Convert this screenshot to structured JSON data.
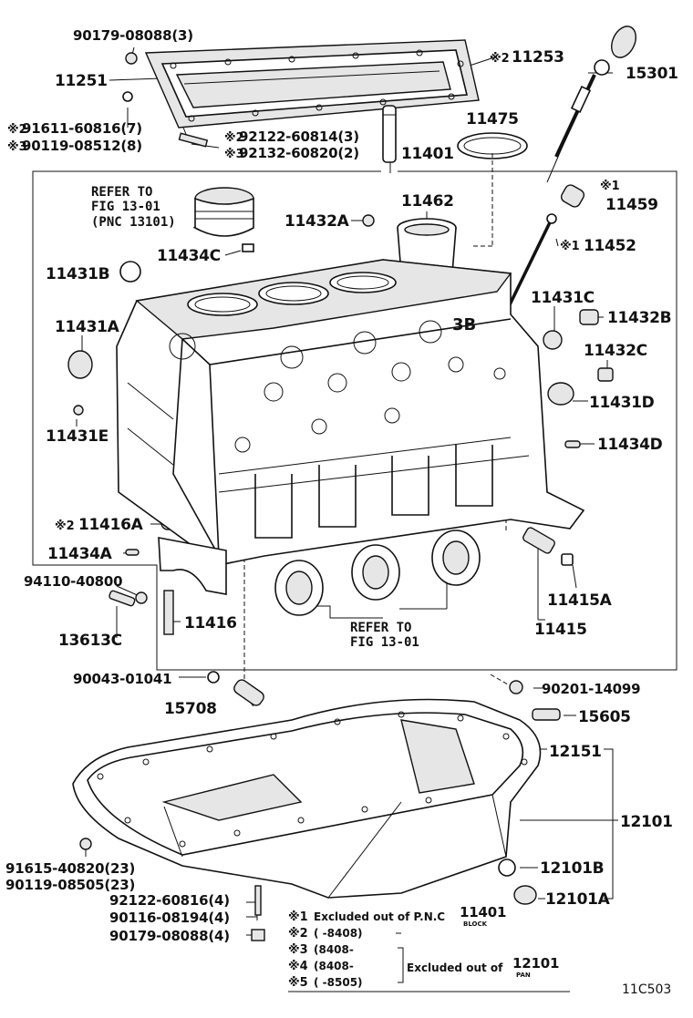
{
  "labels": {
    "l90179_08088_3": "90179-08088(3)",
    "l11253": "11253",
    "l15301": "15301",
    "l11251": "11251",
    "l91611": "91611-60816(7)",
    "l90119_08512": "90119-08512(8)",
    "l92122_60814": "92122-60814(3)",
    "l92132_60820": "92132-60820(2)",
    "l11475": "11475",
    "l11401": "11401",
    "l11462": "11462",
    "l11432A": "11432A",
    "l11459": "11459",
    "l11452": "11452",
    "l11434C": "11434C",
    "l11431B": "11431B",
    "l11431C": "11431C",
    "l11432B": "11432B",
    "l11431A": "11431A",
    "l11432C": "11432C",
    "l11431D": "11431D",
    "l11431E": "11431E",
    "l11434D": "11434D",
    "l11416A": "11416A",
    "l11434A": "11434A",
    "l94110": "94110-40800",
    "l11415A": "11415A",
    "l11416": "11416",
    "l13613C": "13613C",
    "l11415": "11415",
    "l90043": "90043-01041",
    "l90201": "90201-14099",
    "l15708": "15708",
    "l15605": "15605",
    "l12151": "12151",
    "l12101": "12101",
    "l91615": "91615-40820(23)",
    "l90119_08505": "90119-08505(23)",
    "l12101B": "12101B",
    "l92122_60816": "92122-60816(4)",
    "l90116": "90116-08194(4)",
    "l12101A": "12101A",
    "l90179_08088_4": "90179-08088(4)",
    "figure_code": "11C503"
  },
  "marks": {
    "m1": "※1",
    "m2": "※2",
    "m3": "※3"
  },
  "refer_top": {
    "line1": "REFER TO",
    "line2": "FIG 13-01",
    "line3": "(PNC 13101)"
  },
  "refer_bottom": {
    "line1": "REFER TO",
    "line2": "FIG 13-01"
  },
  "block_mark": "3B",
  "legend": {
    "row1_mark": "※1",
    "row1_text": "Excluded out of P.N.C",
    "row1_pnc": "11401",
    "row1_pnc_sub": "BLOCK",
    "row2_mark": "※2",
    "row2_text": "(     -8408)",
    "row3_mark": "※3",
    "row3_text": "(8408-",
    "row4_mark": "※4",
    "row4_text": "(8408-",
    "row5_mark": "※5",
    "row5_text": "(     -8505)",
    "group_text": "Excluded out of",
    "group_pnc": "12101",
    "group_pnc_sub": "PAN"
  }
}
